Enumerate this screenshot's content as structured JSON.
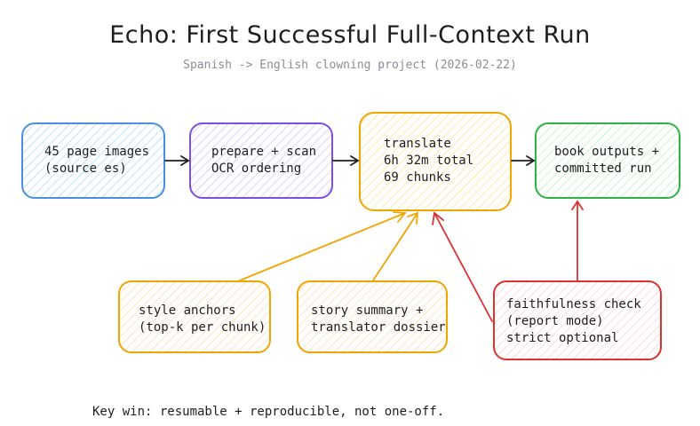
{
  "title": "Echo: First Successful Full-Context Run",
  "subtitle": "Spanish -> English clowning project (2026-02-22)",
  "nodes": {
    "source": {
      "lines": [
        "45 page images",
        "(source es)"
      ],
      "color": "#4a90e2",
      "fill": "#a5d8ff"
    },
    "prepare": {
      "lines": [
        "prepare + scan",
        "OCR ordering"
      ],
      "color": "#7b4fe0",
      "fill": "#d0bfff"
    },
    "translate": {
      "lines": [
        "translate",
        "6h 32m total",
        "69 chunks"
      ],
      "color": "#f0a500",
      "fill": "#ffec99"
    },
    "outputs": {
      "lines": [
        "book outputs +",
        "committed run"
      ],
      "color": "#2fb344",
      "fill": "#b2f2bb"
    },
    "style": {
      "lines": [
        "style anchors",
        "(top-k per chunk)"
      ],
      "color": "#f0a500",
      "fill": "#ffe8b0"
    },
    "story": {
      "lines": [
        "story summary +",
        "translator dossier"
      ],
      "color": "#f0a500",
      "fill": "#ffe8b0"
    },
    "faith": {
      "lines": [
        "faithfulness check",
        "(report mode)",
        "strict optional"
      ],
      "color": "#e03131",
      "fill": "#ffc9c9"
    }
  },
  "footer": "Key win: resumable + reproducible, not one-off."
}
